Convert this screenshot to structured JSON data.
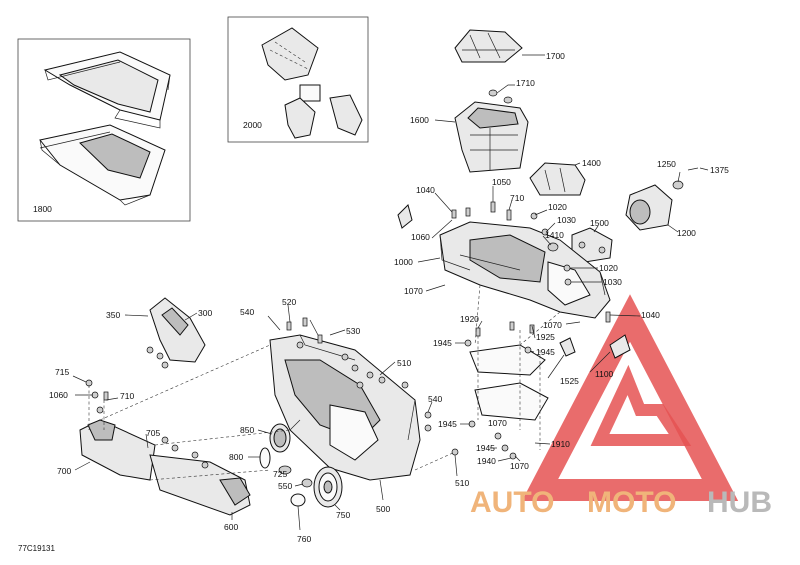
{
  "diagram_code": "77C19131",
  "watermark": {
    "part1": "AUTO",
    "part2": "MOTO",
    "part3": "HUB",
    "color_primary": "#f0b47a",
    "color_secondary": "#b9b9b9",
    "color_triangle": "#e55252"
  },
  "labels": {
    "l1800": "1800",
    "l2000": "2000",
    "l1700": "1700",
    "l1710": "1710",
    "l1600": "1600",
    "l1400": "1400",
    "l1250": "1250",
    "l1375": "1375",
    "l1500": "1500",
    "l1200": "1200",
    "l1040a": "1040",
    "l1050": "1050",
    "l710a": "710",
    "l1020a": "1020",
    "l1030a": "1030",
    "l1410": "1410",
    "l1060a": "1060",
    "l1000": "1000",
    "l1020b": "1020",
    "l1030b": "1030",
    "l1070a": "1070",
    "l1040b": "1040",
    "l1070b": "1070",
    "l1920": "1920",
    "l1925": "1925",
    "l1945a": "1945",
    "l1945b": "1945",
    "l1100": "1100",
    "l1525": "1525",
    "l1945c": "1945",
    "l1070c": "1070",
    "l1945d": "1945",
    "l1910": "1910",
    "l1940": "1940",
    "l1070d": "1070",
    "l350": "350",
    "l300": "300",
    "l520": "520",
    "l540a": "540",
    "l530": "530",
    "l510a": "510",
    "l715": "715",
    "l1060b": "1060",
    "l710b": "710",
    "l540b": "540",
    "l705": "705",
    "l850": "850",
    "l800": "800",
    "l700": "700",
    "l725": "725",
    "l550": "550",
    "l510b": "510",
    "l500": "500",
    "l750": "750",
    "l600": "600",
    "l760": "760"
  }
}
